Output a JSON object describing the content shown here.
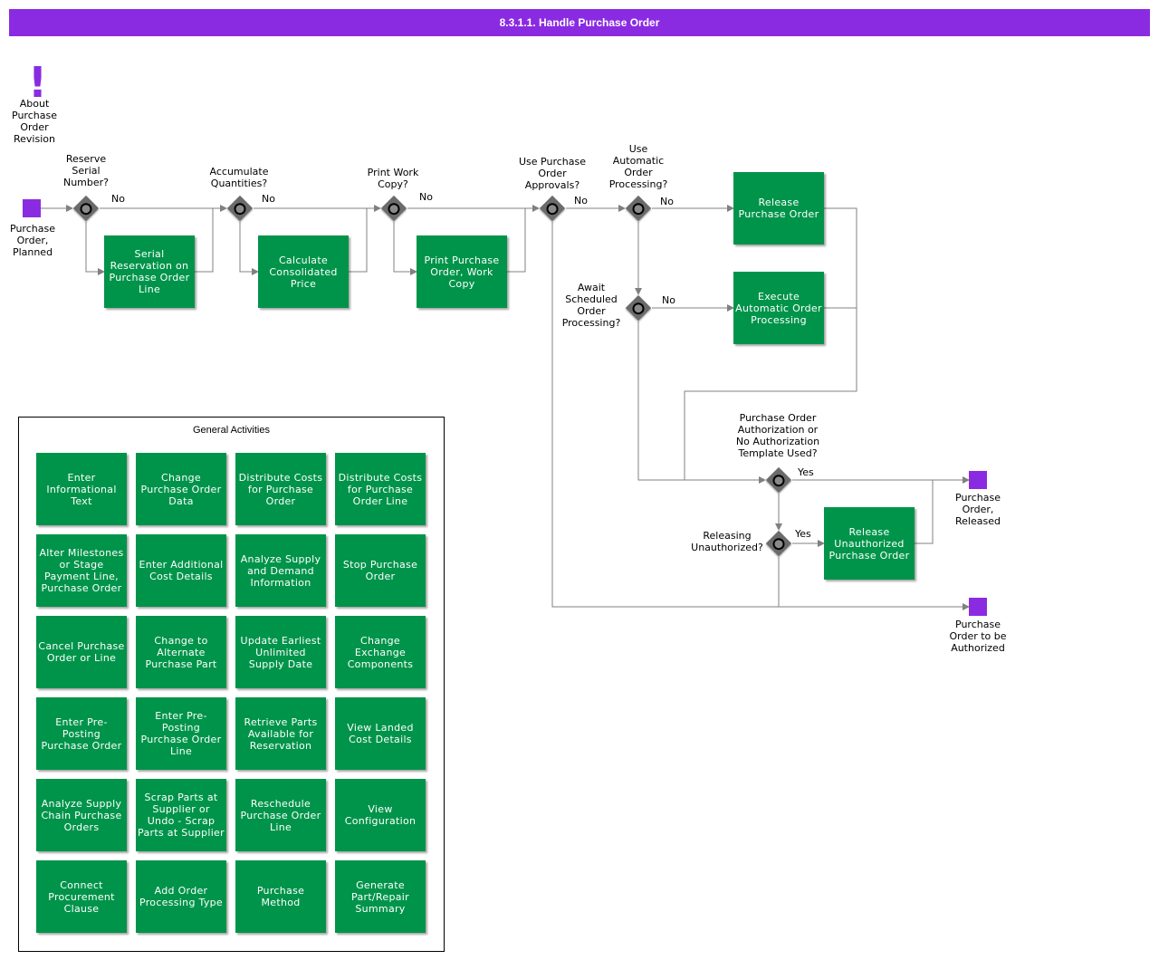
{
  "title": "8.3.1.1. Handle Purchase Order",
  "colors": {
    "header": "#8a2be2",
    "activity": "#00944a",
    "gateway": "#6b6b6b",
    "event": "#8a2be2",
    "connector": "#808080"
  },
  "annotation": {
    "icon": "exclamation-icon",
    "label": "About\nPurchase\nOrder\nRevision"
  },
  "events": {
    "start": "Purchase\nOrder,\nPlanned",
    "end_released": "Purchase\nOrder,\nReleased",
    "end_authorize": "Purchase\nOrder to be\nAuthorized"
  },
  "gateways": {
    "reserve_serial": "Reserve\nSerial\nNumber?",
    "accumulate_qty": "Accumulate\nQuantities?",
    "print_copy": "Print Work\nCopy?",
    "use_approvals": "Use Purchase\nOrder\nApprovals?",
    "use_auto": "Use\nAutomatic\nOrder\nProcessing?",
    "await_sched": "Await\nScheduled\nOrder\nProcessing?",
    "auth_template": "Purchase Order\nAuthorization or\nNo Authorization\nTemplate Used?",
    "releasing_unauth": "Releasing\nUnauthorized?"
  },
  "flow_labels": {
    "no": "No",
    "yes": "Yes"
  },
  "activities": {
    "serial_reservation": "Serial Reservation on Purchase Order Line",
    "calc_consolidated": "Calculate Consolidated Price",
    "print_work_copy": "Print Purchase Order, Work Copy",
    "release_po": "Release Purchase Order",
    "execute_auto": "Execute Automatic Order Processing",
    "release_unauth": "Release Unauthorized Purchase Order"
  },
  "general": {
    "title": "General Activities",
    "items": [
      "Enter Informational Text",
      "Change Purchase Order Data",
      "Distribute Costs for Purchase Order",
      "Distribute Costs for Purchase Order Line",
      "Alter Milestones or Stage Payment Line, Purchase Order",
      "Enter Additional Cost Details",
      "Analyze Supply and Demand Information",
      "Stop Purchase Order",
      "Cancel Purchase Order or Line",
      "Change to Alternate Purchase Part",
      "Update Earliest Unlimited Supply Date",
      "Change Exchange Components",
      "Enter Pre-Posting Purchase Order",
      "Enter Pre-Posting Purchase Order Line",
      "Retrieve Parts Available for Reservation",
      "View Landed Cost Details",
      "Analyze Supply Chain Purchase Orders",
      "Scrap Parts at Supplier or Undo - Scrap Parts at Supplier",
      "Reschedule Purchase Order Line",
      "View Configuration",
      "Connect Procurement Clause",
      "Add Order Processing Type",
      "Purchase Method",
      "Generate Part/Repair Summary"
    ]
  }
}
